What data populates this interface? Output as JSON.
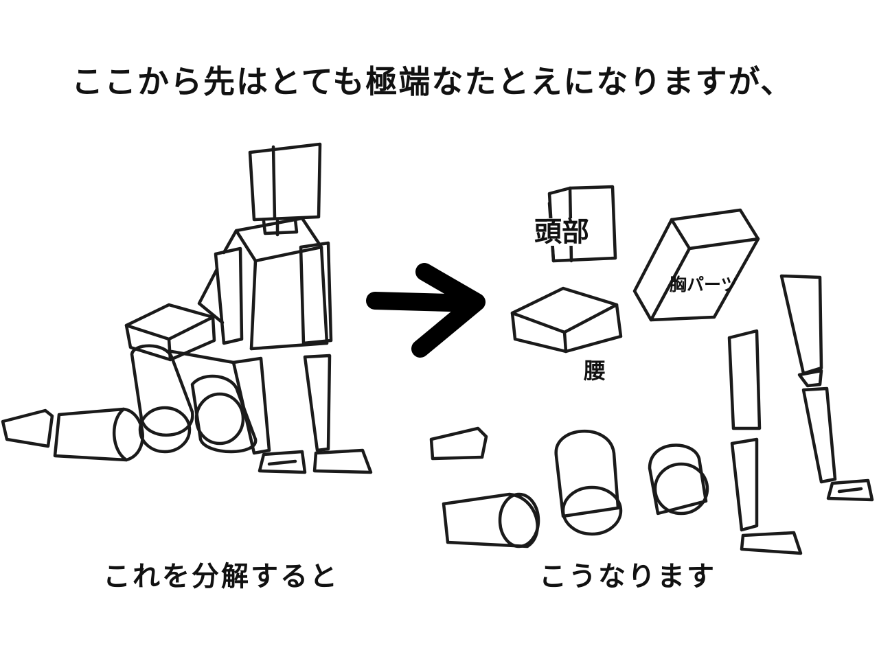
{
  "heading": "ここから先はとても極端なたとえになりますが、",
  "captions": {
    "left": "これを分解すると",
    "right": "こうなります"
  },
  "labels": {
    "head": "頭部",
    "chest": "胸パーツ",
    "waist": "腰"
  },
  "colors": {
    "ink": "#1a1a1a",
    "background": "#ffffff"
  }
}
